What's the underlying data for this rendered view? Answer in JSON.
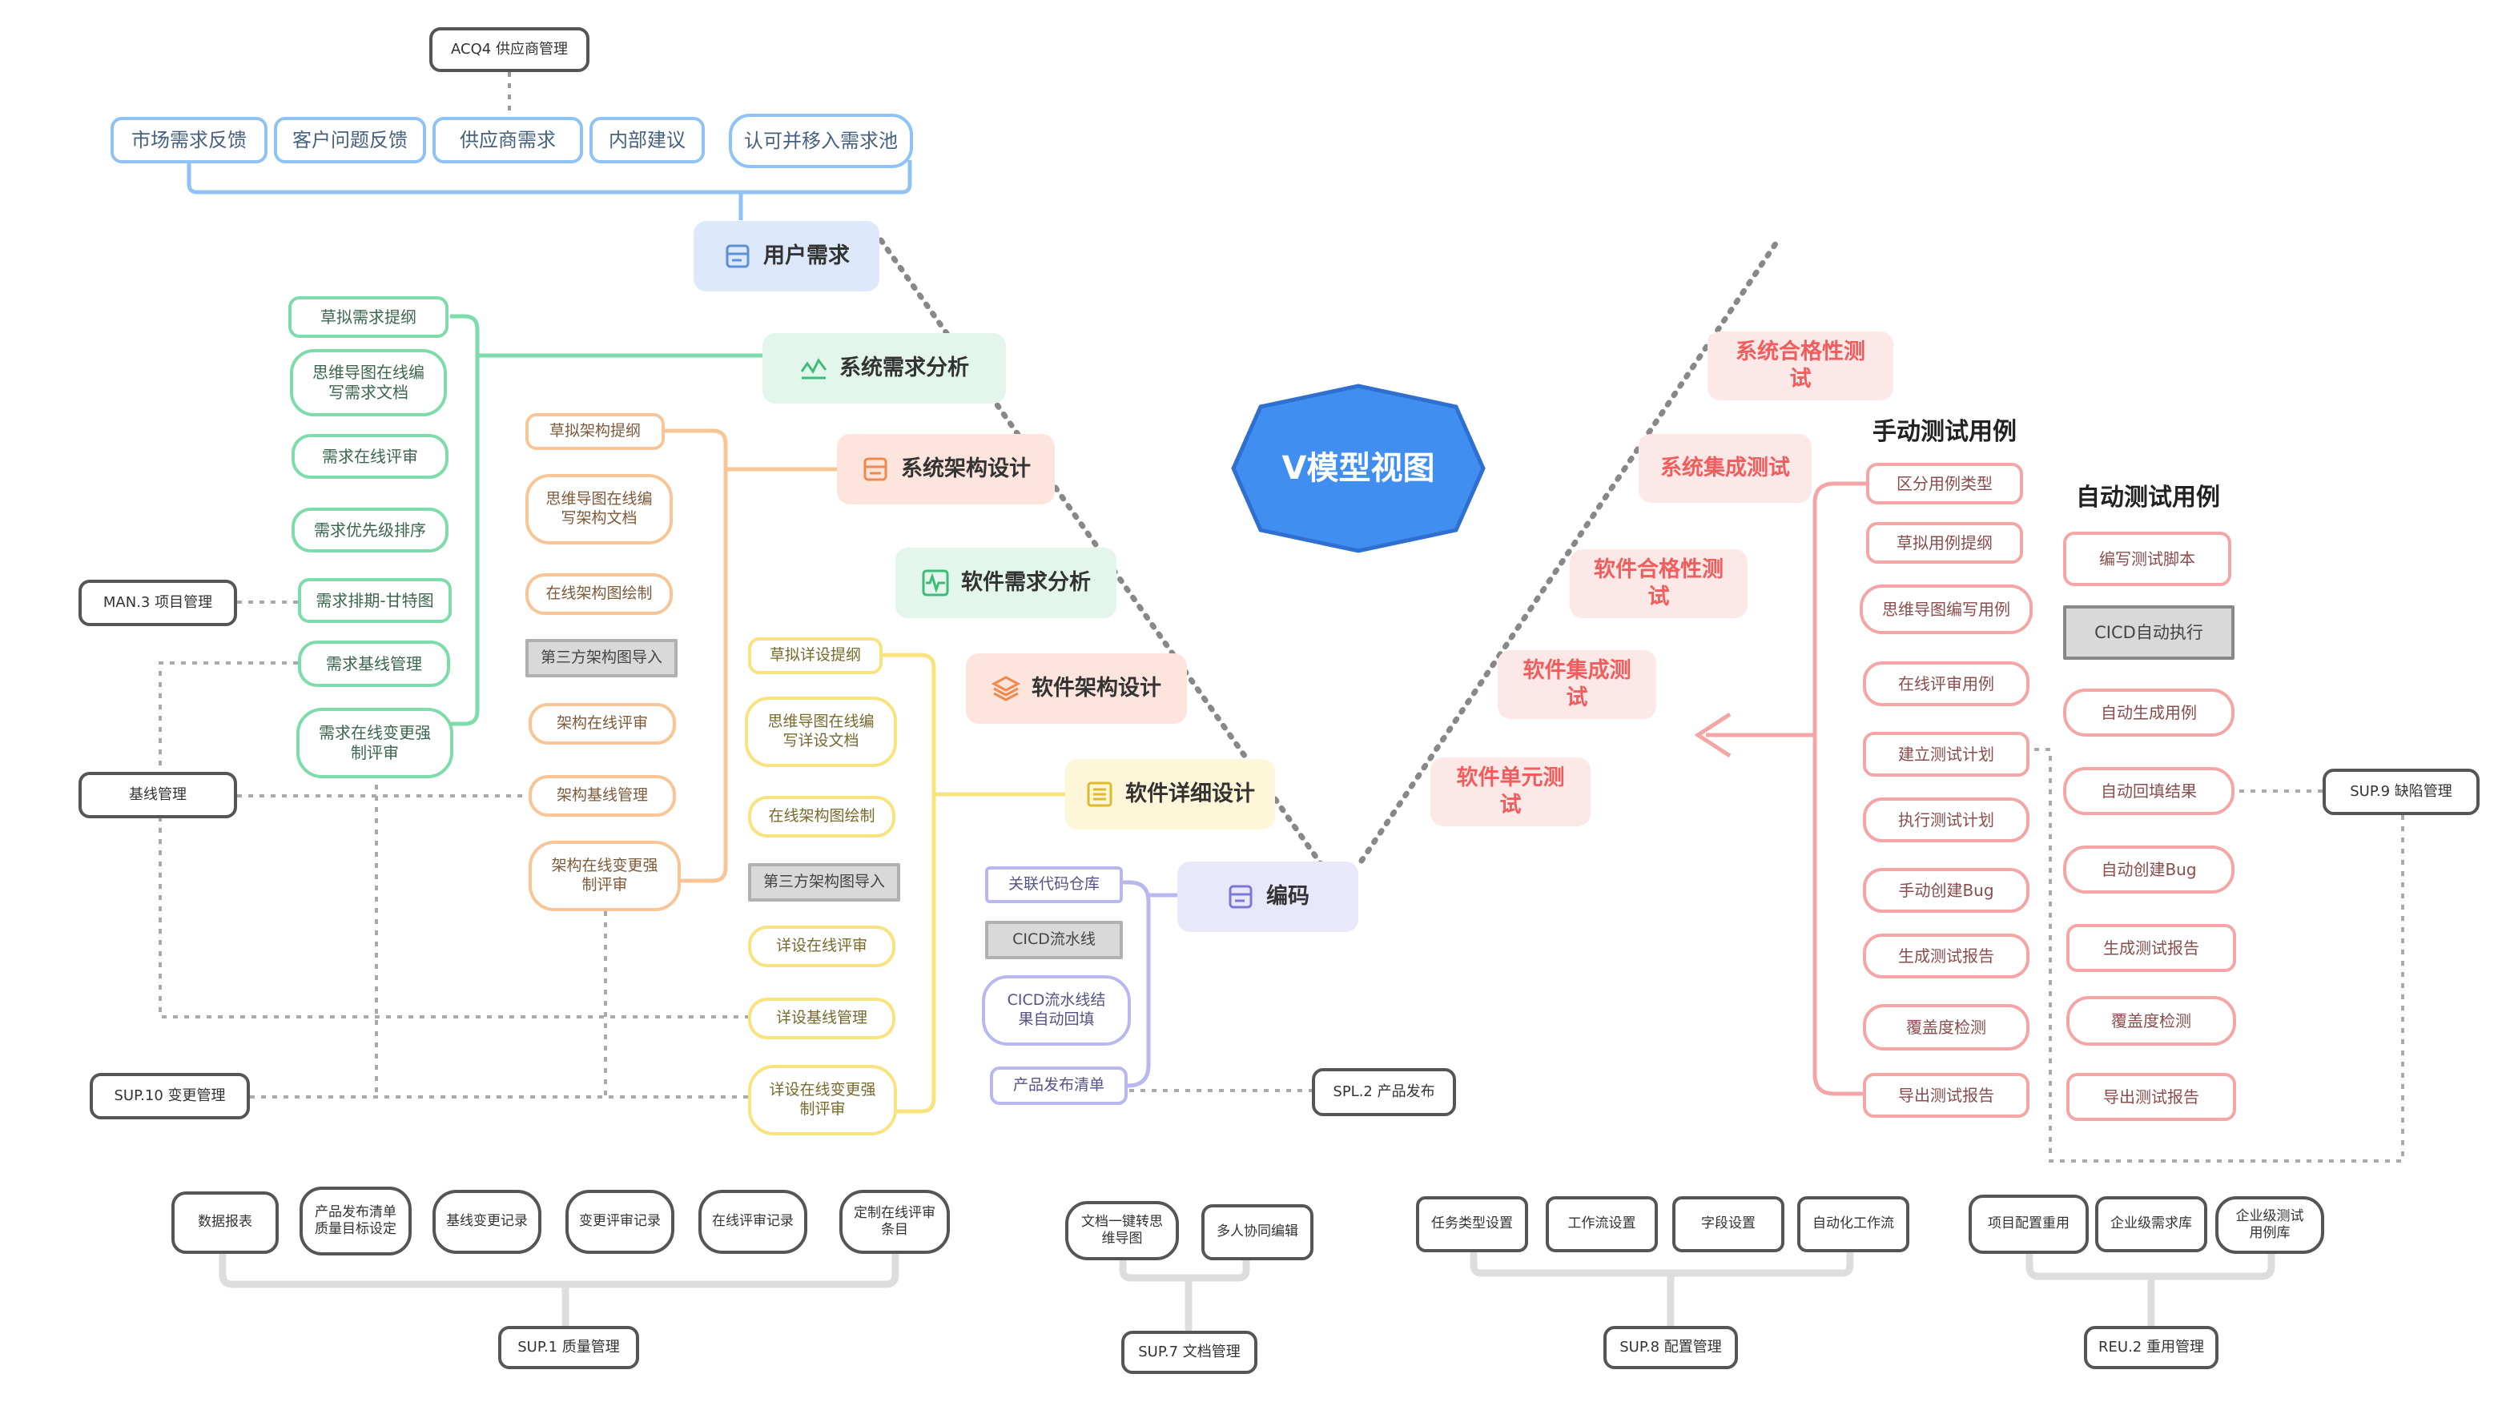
{
  "title": "V模型视图",
  "requirements": {
    "acq": "ACQ4 供应商管理",
    "sources": [
      "市场需求反馈",
      "客户问题反馈",
      "供应商需求",
      "内部建议",
      "认可并移入需求池"
    ]
  },
  "stages_left": {
    "user_req": "用户需求",
    "sys_req": "系统需求分析",
    "sys_arch": "系统架构设计",
    "sw_req": "软件需求分析",
    "sw_arch": "软件架构设计",
    "sw_detail": "软件详细设计",
    "coding": "编码"
  },
  "stages_right": {
    "sys_qual": "系统合格性测试",
    "sys_int": "系统集成测试",
    "sw_qual": "软件合格性测试",
    "sw_int": "软件集成测试",
    "sw_unit": "软件单元测试"
  },
  "sys_req_items": [
    "草拟需求提纲",
    "思维导图在线编写需求文档",
    "需求在线评审",
    "需求优先级排序",
    "需求排期-甘特图",
    "需求基线管理",
    "需求在线变更强制评审"
  ],
  "arch_items": [
    "草拟架构提纲",
    "思维导图在线编写架构文档",
    "在线架构图绘制",
    "第三方架构图导入",
    "架构在线评审",
    "架构基线管理",
    "架构在线变更强制评审"
  ],
  "detail_items": [
    "草拟详设提纲",
    "思维导图在线编写详设文档",
    "在线架构图绘制",
    "第三方架构图导入",
    "详设在线评审",
    "详设基线管理",
    "详设在线变更强制评审"
  ],
  "coding_items": [
    "关联代码仓库",
    "CICD流水线",
    "CICD流水线结果自动回填",
    "产品发布清单"
  ],
  "process_refs": {
    "man3": "MAN.3 项目管理",
    "baseline": "基线管理",
    "sup10": "SUP.10 变更管理",
    "spl2": "SPL.2 产品发布",
    "sup9": "SUP.9 缺陷管理"
  },
  "manual_test": {
    "header": "手动测试用例",
    "items": [
      "区分用例类型",
      "草拟用例提纲",
      "思维导图编写用例",
      "在线评审用例",
      "建立测试计划",
      "执行测试计划",
      "手动创建Bug",
      "生成测试报告",
      "覆盖度检测",
      "导出测试报告"
    ]
  },
  "auto_test": {
    "header": "自动测试用例",
    "items": [
      "编写测试脚本",
      "CICD自动执行",
      "自动生成用例",
      "自动回填结果",
      "自动创建Bug",
      "生成测试报告",
      "覆盖度检测",
      "导出测试报告"
    ]
  },
  "bottom_groups": [
    {
      "root": "SUP.1 质量管理",
      "items": [
        "数据报表",
        "产品发布清单质量目标设定",
        "基线变更记录",
        "变更评审记录",
        "在线评审记录",
        "定制在线评审条目"
      ]
    },
    {
      "root": "SUP.7 文档管理",
      "items": [
        "文档一键转思维导图",
        "多人协同编辑"
      ]
    },
    {
      "root": "SUP.8 配置管理",
      "items": [
        "任务类型设置",
        "工作流设置",
        "字段设置",
        "自动化工作流"
      ]
    },
    {
      "root": "REU.2 重用管理",
      "items": [
        "项目配置重用",
        "企业级需求库",
        "企业级测试用例库"
      ]
    }
  ],
  "colors": {
    "blue": "#8fc3f5",
    "green": "#7edcaa",
    "orange": "#f8c596",
    "yellow": "#f8e37e",
    "purple": "#b9b7ef",
    "red": "#f5a5a5",
    "title": "#3f8ef0"
  }
}
